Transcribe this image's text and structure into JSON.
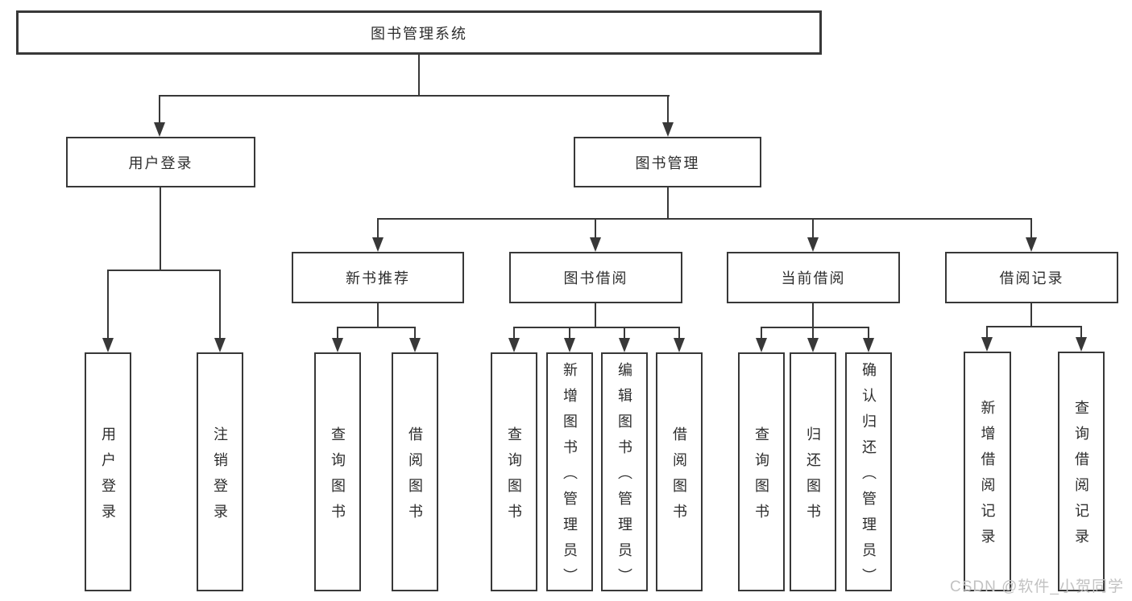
{
  "diagram": {
    "root": {
      "label": "图书管理系统"
    },
    "branches": [
      {
        "label": "用户登录",
        "leaves": [
          {
            "label": "用户登录"
          },
          {
            "label": "注销登录"
          }
        ]
      },
      {
        "label": "图书管理",
        "groups": [
          {
            "label": "新书推荐",
            "leaves": [
              {
                "label": "查询图书"
              },
              {
                "label": "借阅图书"
              }
            ]
          },
          {
            "label": "图书借阅",
            "leaves": [
              {
                "label": "查询图书"
              },
              {
                "label": "新增图书（管理员）"
              },
              {
                "label": "编辑图书（管理员）"
              },
              {
                "label": "借阅图书"
              }
            ]
          },
          {
            "label": "当前借阅",
            "leaves": [
              {
                "label": "查询图书"
              },
              {
                "label": "归还图书"
              },
              {
                "label": "确认归还（管理员）"
              }
            ]
          },
          {
            "label": "借阅记录",
            "leaves": [
              {
                "label": "新增借阅记录"
              },
              {
                "label": "查询借阅记录"
              }
            ]
          }
        ]
      }
    ]
  },
  "watermark": {
    "text": "CSDN @软件_小贺同学"
  },
  "colors": {
    "line": "#383838",
    "text": "#2d2d2d",
    "background": "#ffffff",
    "watermark": "#c2c2c2"
  }
}
